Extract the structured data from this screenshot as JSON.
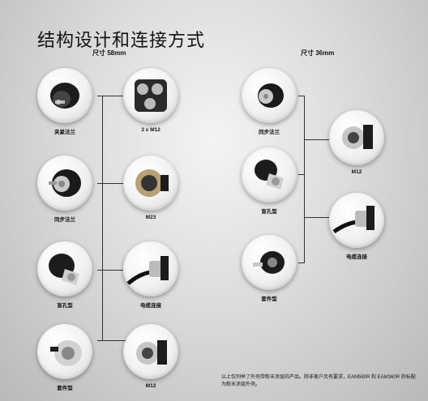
{
  "page": {
    "title": "结构设计和连接方式",
    "section_left": "尺寸 58mm",
    "section_right": "尺寸 36mm",
    "note": "以上仅列举了外壳带粉末涂层的产品。除非客户另有要求，EAM580R 和 EAM360R 的标配为粉末涂层外壳。"
  },
  "left": {
    "flanges": [
      {
        "label": "夹紧法兰",
        "icon": "clamping-flange-encoder-icon"
      },
      {
        "label": "同步法兰",
        "icon": "synchro-flange-encoder-icon"
      },
      {
        "label": "盲孔型",
        "icon": "blind-hollow-shaft-encoder-icon"
      },
      {
        "label": "套件型",
        "icon": "kit-encoder-icon"
      }
    ],
    "connections": [
      {
        "label": "3 x M12",
        "icon": "m12-connector-triple-icon"
      },
      {
        "label": "M23",
        "icon": "m23-connector-icon"
      },
      {
        "label": "电缆连接",
        "icon": "cable-connection-icon"
      },
      {
        "label": "M12",
        "icon": "m12-connector-icon"
      }
    ]
  },
  "right": {
    "flanges": [
      {
        "label": "同步法兰",
        "icon": "synchro-flange-encoder-icon"
      },
      {
        "label": "盲孔型",
        "icon": "blind-hollow-shaft-encoder-icon"
      },
      {
        "label": "套件型",
        "icon": "kit-encoder-icon"
      }
    ],
    "connections": [
      {
        "label": "M12",
        "icon": "m12-connector-icon"
      },
      {
        "label": "电缆连接",
        "icon": "cable-connection-icon"
      }
    ]
  }
}
